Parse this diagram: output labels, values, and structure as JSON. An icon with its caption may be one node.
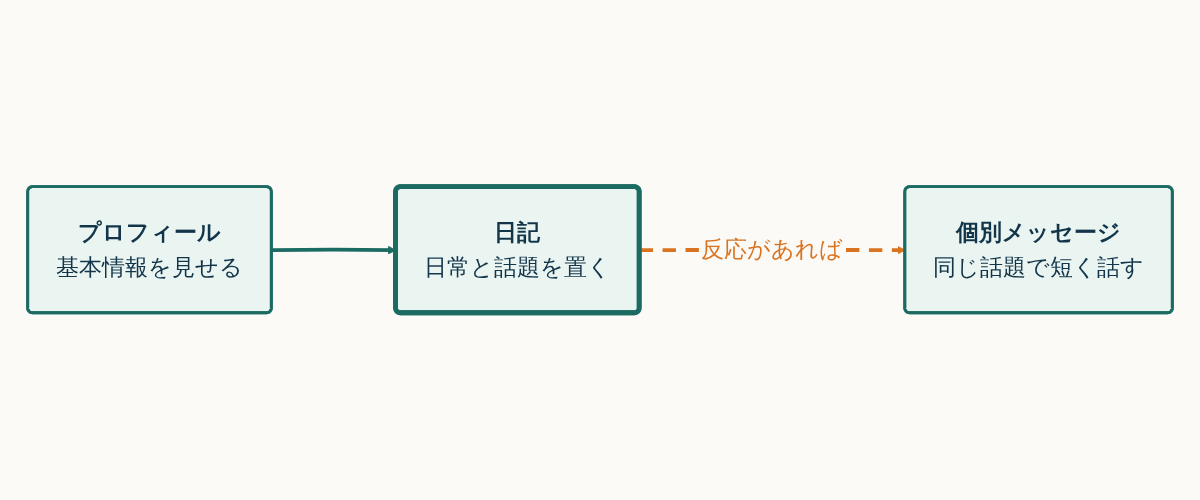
{
  "diagram": {
    "nodes": [
      {
        "text": [
          "プロフィール",
          "基本情報を見せる"
        ]
      },
      {
        "text": [
          "日記",
          "日常と話題を置く"
        ]
      },
      {
        "text": [
          "個別メッセージ",
          "同じ話題で短く話す"
        ]
      }
    ],
    "edges": [
      {
        "from": 0,
        "to": 1,
        "arrow": "to"
      },
      {
        "from": 1,
        "to": 2,
        "arrow": "to",
        "label": "反応があれば",
        "style": "dashed",
        "color": "#d9731f"
      }
    ]
  }
}
